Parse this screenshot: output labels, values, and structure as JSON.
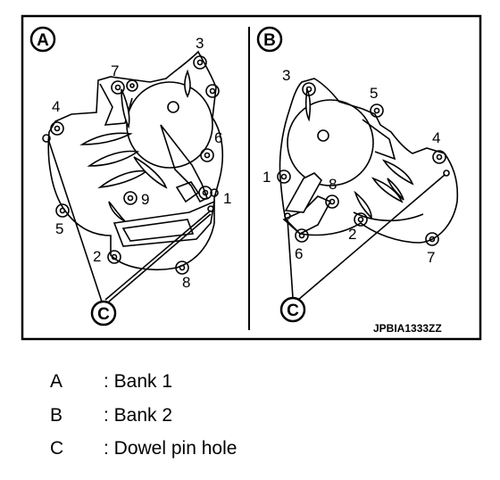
{
  "figure": {
    "panel_a_label": "A",
    "panel_b_label": "B",
    "callout_c_label": "C",
    "code": "JPBIA1333ZZ",
    "bank1_bolts": [
      "1",
      "2",
      "3",
      "4",
      "5",
      "6",
      "7",
      "8",
      "9"
    ],
    "bank2_bolts": [
      "1",
      "2",
      "3",
      "4",
      "5",
      "6",
      "7",
      "8"
    ]
  },
  "legend": [
    {
      "key": "A",
      "desc": ": Bank 1"
    },
    {
      "key": "B",
      "desc": ": Bank 2"
    },
    {
      "key": "C",
      "desc": ": Dowel pin hole"
    }
  ]
}
